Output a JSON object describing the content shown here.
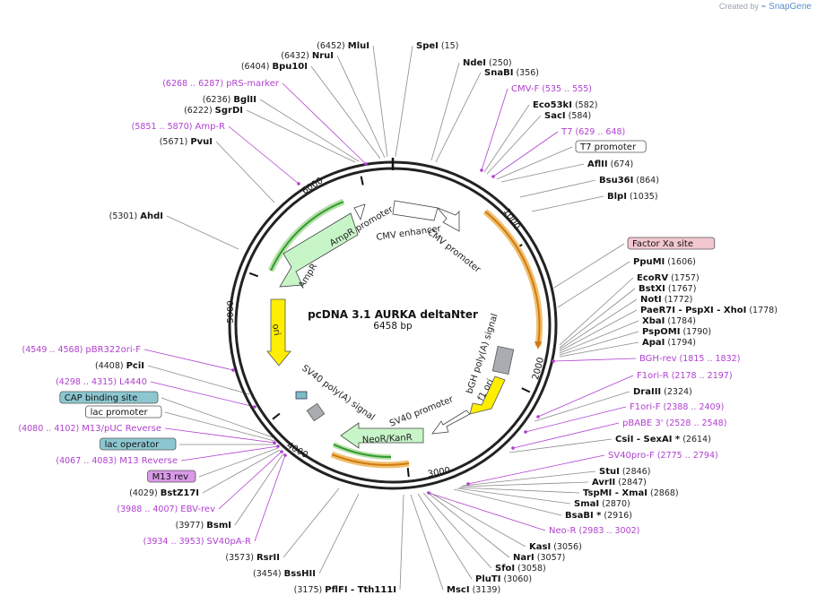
{
  "credit": {
    "prefix": "Created by",
    "brand": "SnapGene"
  },
  "plasmid": {
    "name": "pcDNA 3.1 AURKA deltaNter",
    "length": "6458 bp"
  },
  "ticks": [
    "1000",
    "2000",
    "3000",
    "4000",
    "5000",
    "6000"
  ],
  "features_text": [
    "CMV enhancer",
    "CMV promoter",
    "AmpR promoter",
    "AmpR",
    "ori",
    "f1 ori",
    "bGH poly(A) signal",
    "SV40 promoter",
    "NeoR/KanR",
    "SV40 poly(A) signal"
  ],
  "colors": {
    "promoter": "#ffffff",
    "resistance": "#c8f5c8",
    "origin": "#ffee00",
    "primer": "#b03fd0",
    "orf": "#f0a830",
    "polyA": "#a9acb0"
  },
  "labels": [
    {
      "name": "MluI",
      "pos": "(6452)",
      "kind": "site"
    },
    {
      "name": "NruI",
      "pos": "(6432)",
      "kind": "site"
    },
    {
      "name": "Bpu10I",
      "pos": "(6404)",
      "kind": "site"
    },
    {
      "name": "pRS-marker",
      "pos": "(6268 .. 6287)",
      "kind": "primer"
    },
    {
      "name": "BglII",
      "pos": "(6236)",
      "kind": "site"
    },
    {
      "name": "SgrDI",
      "pos": "(6222)",
      "kind": "site"
    },
    {
      "name": "Amp-R",
      "pos": "(5851 .. 5870)",
      "kind": "primer"
    },
    {
      "name": "PvuI",
      "pos": "(5671)",
      "kind": "site"
    },
    {
      "name": "AhdI",
      "pos": "(5301)",
      "kind": "site"
    },
    {
      "name": "SpeI",
      "pos": "(15)",
      "kind": "site"
    },
    {
      "name": "NdeI",
      "pos": "(250)",
      "kind": "site"
    },
    {
      "name": "SnaBI",
      "pos": "(356)",
      "kind": "site"
    },
    {
      "name": "CMV-F",
      "pos": "(535 .. 555)",
      "kind": "primer"
    },
    {
      "name": "Eco53kI",
      "pos": "(582)",
      "kind": "site"
    },
    {
      "name": "SacI",
      "pos": "(584)",
      "kind": "site"
    },
    {
      "name": "T7",
      "pos": "(629 .. 648)",
      "kind": "primer"
    },
    {
      "name": "T7 promoter",
      "pos": "",
      "kind": "boxw"
    },
    {
      "name": "AflII",
      "pos": "(674)",
      "kind": "site"
    },
    {
      "name": "Bsu36I",
      "pos": "(864)",
      "kind": "site"
    },
    {
      "name": "BlpI",
      "pos": "(1035)",
      "kind": "site"
    },
    {
      "name": "Factor Xa site",
      "pos": "",
      "kind": "boxpink"
    },
    {
      "name": "PpuMI",
      "pos": "(1606)",
      "kind": "site"
    },
    {
      "name": "EcoRV",
      "pos": "(1757)",
      "kind": "site"
    },
    {
      "name": "BstXI",
      "pos": "(1767)",
      "kind": "site"
    },
    {
      "name": "NotI",
      "pos": "(1772)",
      "kind": "site"
    },
    {
      "name": "PaeR7I - PspXI - XhoI",
      "pos": "(1778)",
      "kind": "site"
    },
    {
      "name": "XbaI",
      "pos": "(1784)",
      "kind": "site"
    },
    {
      "name": "PspOMI",
      "pos": "(1790)",
      "kind": "site"
    },
    {
      "name": "ApaI",
      "pos": "(1794)",
      "kind": "site"
    },
    {
      "name": "BGH-rev",
      "pos": "(1815 .. 1832)",
      "kind": "primer"
    },
    {
      "name": "F1ori-R",
      "pos": "(2178 .. 2197)",
      "kind": "primer"
    },
    {
      "name": "DraIII",
      "pos": "(2324)",
      "kind": "site"
    },
    {
      "name": "F1ori-F",
      "pos": "(2388 .. 2409)",
      "kind": "primer"
    },
    {
      "name": "pBABE 3'",
      "pos": "(2528 .. 2548)",
      "kind": "primer"
    },
    {
      "name": "CsiI - SexAI *",
      "pos": "(2614)",
      "kind": "site"
    },
    {
      "name": "SV40pro-F",
      "pos": "(2775 .. 2794)",
      "kind": "primer"
    },
    {
      "name": "StuI",
      "pos": "(2846)",
      "kind": "site"
    },
    {
      "name": "AvrII",
      "pos": "(2847)",
      "kind": "site"
    },
    {
      "name": "TspMI - XmaI",
      "pos": "(2868)",
      "kind": "site"
    },
    {
      "name": "SmaI",
      "pos": "(2870)",
      "kind": "site"
    },
    {
      "name": "BsaBI *",
      "pos": "(2916)",
      "kind": "site"
    },
    {
      "name": "Neo-R",
      "pos": "(2983 .. 3002)",
      "kind": "primer"
    },
    {
      "name": "KasI",
      "pos": "(3056)",
      "kind": "site"
    },
    {
      "name": "NarI",
      "pos": "(3057)",
      "kind": "site"
    },
    {
      "name": "SfoI",
      "pos": "(3058)",
      "kind": "site"
    },
    {
      "name": "PluTI",
      "pos": "(3060)",
      "kind": "site"
    },
    {
      "name": "MscI",
      "pos": "(3139)",
      "kind": "site"
    },
    {
      "name": "PflFI - Tth111I",
      "pos": "(3175)",
      "kind": "site"
    },
    {
      "name": "BssHII",
      "pos": "(3454)",
      "kind": "site"
    },
    {
      "name": "RsrII",
      "pos": "(3573)",
      "kind": "site"
    },
    {
      "name": "SV40pA-R",
      "pos": "(3934 .. 3953)",
      "kind": "primer"
    },
    {
      "name": "BsmI",
      "pos": "(3977)",
      "kind": "site"
    },
    {
      "name": "EBV-rev",
      "pos": "(3988 .. 4007)",
      "kind": "primer"
    },
    {
      "name": "BstZ17I",
      "pos": "(4029)",
      "kind": "site"
    },
    {
      "name": "M13 rev",
      "pos": "",
      "kind": "boxviolet"
    },
    {
      "name": "M13 Reverse",
      "pos": "(4067 .. 4083)",
      "kind": "primer"
    },
    {
      "name": "lac operator",
      "pos": "",
      "kind": "boxteal"
    },
    {
      "name": "M13/pUC Reverse",
      "pos": "(4080 .. 4102)",
      "kind": "primer"
    },
    {
      "name": "lac promoter",
      "pos": "",
      "kind": "boxw"
    },
    {
      "name": "CAP binding site",
      "pos": "",
      "kind": "boxteal"
    },
    {
      "name": "L4440",
      "pos": "(4298 .. 4315)",
      "kind": "primer"
    },
    {
      "name": "PciI",
      "pos": "(4408)",
      "kind": "site"
    },
    {
      "name": "pBR322ori-F",
      "pos": "(4549 .. 4568)",
      "kind": "primer"
    }
  ]
}
